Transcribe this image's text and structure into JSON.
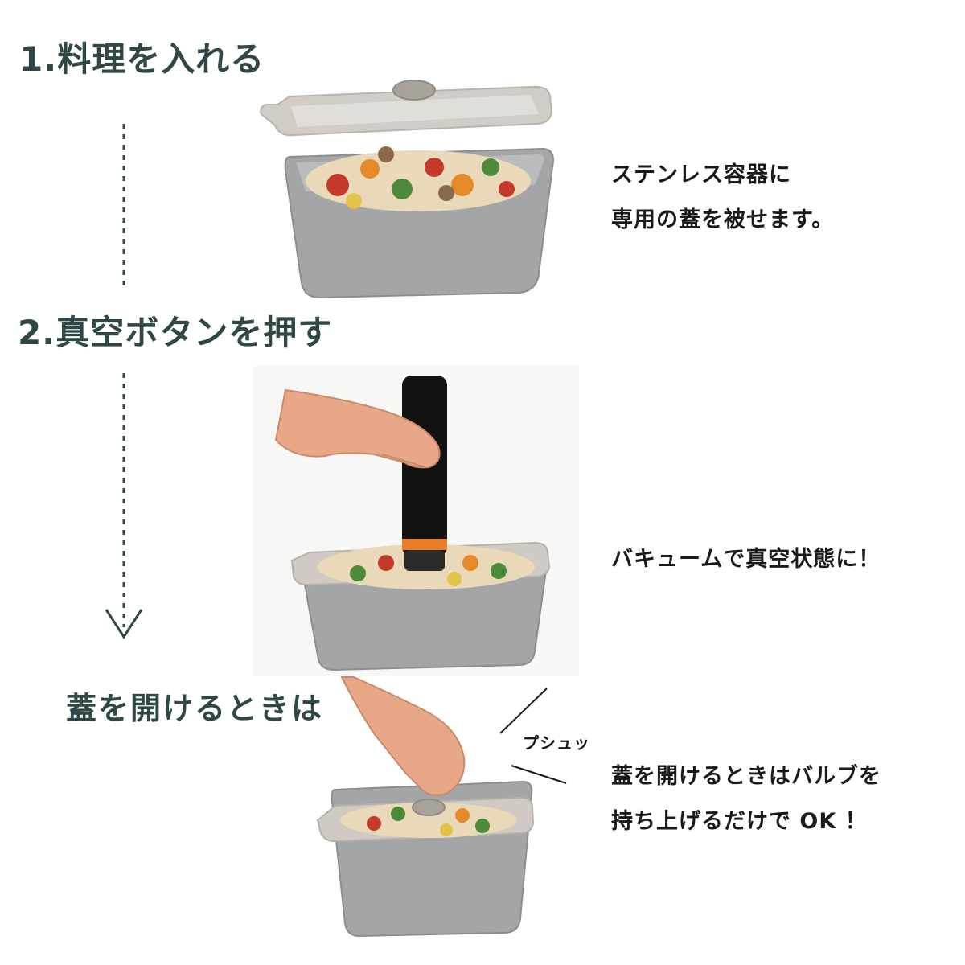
{
  "steps": [
    {
      "number": "1.",
      "title": "料理を入れる",
      "caption_lines": [
        "ステンレス容器に",
        "専用の蓋を被せます。"
      ]
    },
    {
      "number": "2.",
      "title": "真空ボタンを押す",
      "caption": "バキュームで真空状態に！"
    }
  ],
  "opening": {
    "title": "蓋を開けるときは",
    "sound_effect": "プシュッ",
    "caption_lines": [
      "蓋を開けるときはバルブを",
      "持ち上げるだけで OK ！"
    ]
  },
  "colors": {
    "heading": "#2f4747",
    "text": "#1a1a1a",
    "container": "#a3a5a7",
    "lid": "#cfcac3",
    "device": "#111111",
    "accent": "#e8802a"
  }
}
